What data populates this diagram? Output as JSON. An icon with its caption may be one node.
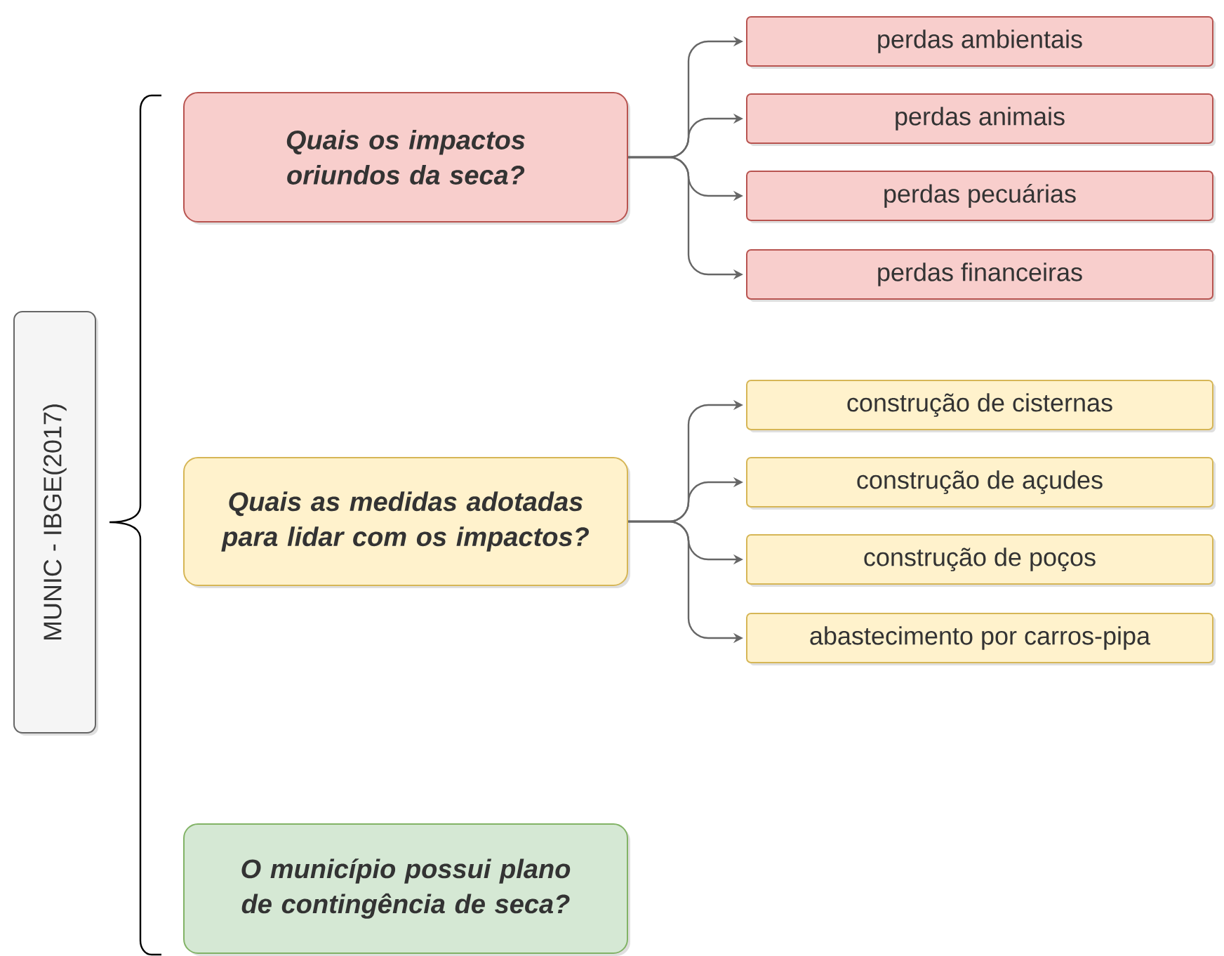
{
  "diagram": {
    "nodes": [
      {
        "text": [
          "MUNIC - IBGE(2017)"
        ]
      },
      {
        "text": [
          "Quais os impactos oriundos da seca?"
        ]
      },
      {
        "text": [
          "perdas ambientais"
        ]
      },
      {
        "text": [
          "perdas animais"
        ]
      },
      {
        "text": [
          "perdas pecuárias"
        ]
      },
      {
        "text": [
          "perdas financeiras"
        ]
      },
      {
        "text": [
          "Quais as medidas adotadas para lidar com os impactos?"
        ]
      },
      {
        "text": [
          "construção de cisternas"
        ]
      },
      {
        "text": [
          "construção de açudes"
        ]
      },
      {
        "text": [
          "construção de poços"
        ]
      },
      {
        "text": [
          "abastecimento por carros-pipa"
        ]
      },
      {
        "text": [
          "O município possui plano de contingência de seca?"
        ]
      }
    ],
    "edges": [
      {
        "from": 1,
        "to": 2,
        "arrow": "to"
      },
      {
        "from": 1,
        "to": 3,
        "arrow": "to"
      },
      {
        "from": 1,
        "to": 4,
        "arrow": "to"
      },
      {
        "from": 1,
        "to": 5,
        "arrow": "to"
      },
      {
        "from": 6,
        "to": 7,
        "arrow": "to"
      },
      {
        "from": 6,
        "to": 8,
        "arrow": "to"
      },
      {
        "from": 6,
        "to": 9,
        "arrow": "to"
      },
      {
        "from": 6,
        "to": 10,
        "arrow": "to"
      }
    ]
  }
}
